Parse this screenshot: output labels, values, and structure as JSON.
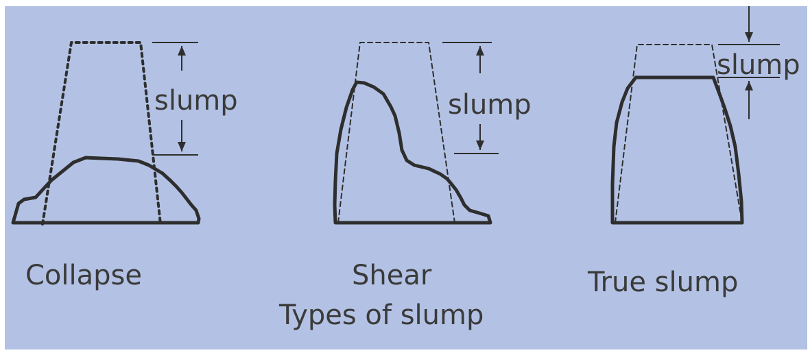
{
  "diagram": {
    "caption": "Types of slump",
    "slump_label": "slump",
    "types": [
      {
        "id": "collapse",
        "name": "Collapse"
      },
      {
        "id": "shear",
        "name": "Shear"
      },
      {
        "id": "true",
        "name": "True slump"
      }
    ]
  },
  "colors": {
    "background": "#b3c2e4",
    "ink": "#2e2e2e",
    "text": "#3a3a3a"
  }
}
